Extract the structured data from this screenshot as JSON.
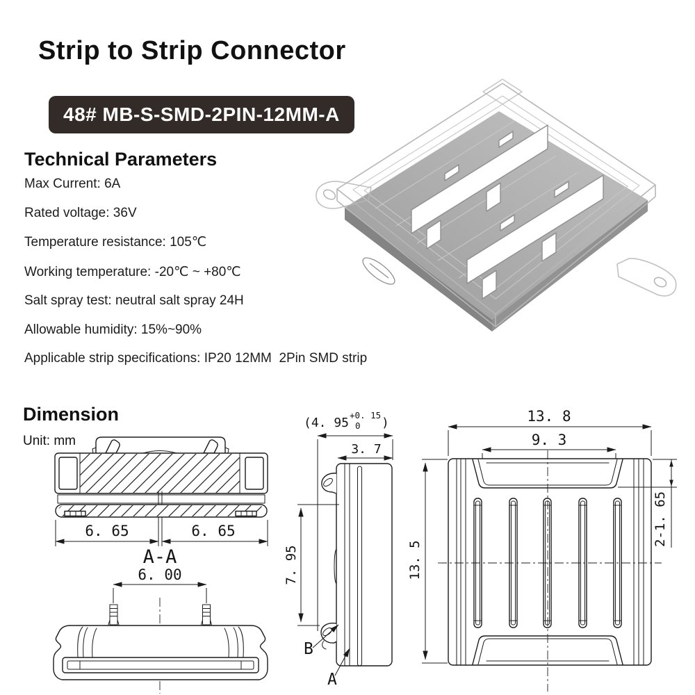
{
  "header": {
    "title": "Strip to Strip Connector",
    "model_badge": "48# MB-S-SMD-2PIN-12MM-A"
  },
  "technical": {
    "heading": "Technical Parameters",
    "items": [
      "Max Current: 6A",
      "Rated voltage: 36V",
      "Temperature resistance: 105℃",
      "Working temperature: -20℃ ~ +80℃",
      "Salt spray test: neutral salt spray 24H",
      "Allowable humidity: 15%~90%",
      "Applicable strip specifications: IP20 12MM  2Pin SMD strip"
    ]
  },
  "dimension": {
    "heading": "Dimension",
    "unit_label": "Unit: mm",
    "section_aa": {
      "dim_left": "6. 65",
      "dim_right": "6. 65",
      "label": "A-A"
    },
    "front_view": {
      "dim_pins": "6. 00"
    },
    "side_view": {
      "dim_overall_open": "(4. 95",
      "tol_upper": "+0. 15",
      "tol_lower": "0",
      "dim_overall_close": ")",
      "dim_body": "3. 7",
      "dim_hooks": "7. 95",
      "label_b": "B",
      "label_a": "A"
    },
    "top_view": {
      "dim_width": "13. 8",
      "dim_inner": "9. 3",
      "dim_height": "13. 5",
      "dim_slots": "2-1. 65"
    }
  },
  "colors": {
    "badge_bg": "#332b27",
    "drawing_line": "#1b1b1b",
    "iso_wireframe": "#b6b6b6",
    "iso_base_gray": "#9d9d9d"
  }
}
